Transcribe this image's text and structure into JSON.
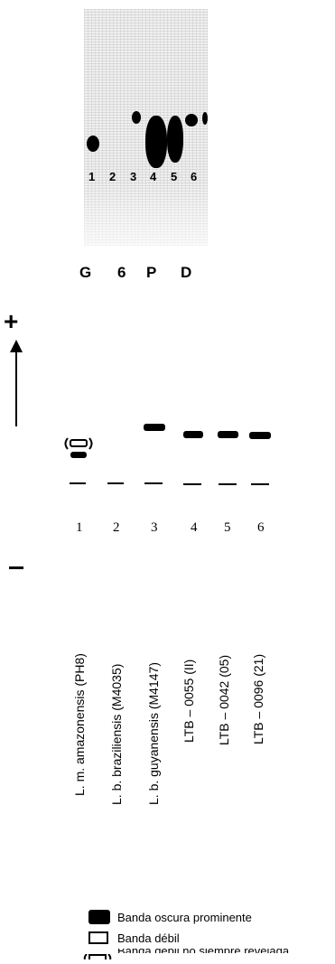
{
  "gel_photo": {
    "lane_numbers": [
      "1",
      "2",
      "3",
      "4",
      "5",
      "6"
    ],
    "column_letters": [
      "G",
      "6",
      "P",
      "D"
    ]
  },
  "schematic": {
    "polarity_top": "+",
    "lane_numbers": [
      "1",
      "2",
      "3",
      "4",
      "5",
      "6"
    ],
    "lane_labels": [
      "L. m. amazonensis (PH8)",
      "L. b. braziliensis (M4035)",
      "L. b. guyanensis (M4147)",
      "LTB – 0055 (II)",
      "LTB – 0042 (05)",
      "LTB – 0096 (21)"
    ]
  },
  "legend": {
    "dark": "Banda oscura prominente",
    "weak": "Banda débil",
    "weak_not_always": "Banda débil no siempre revelada"
  }
}
